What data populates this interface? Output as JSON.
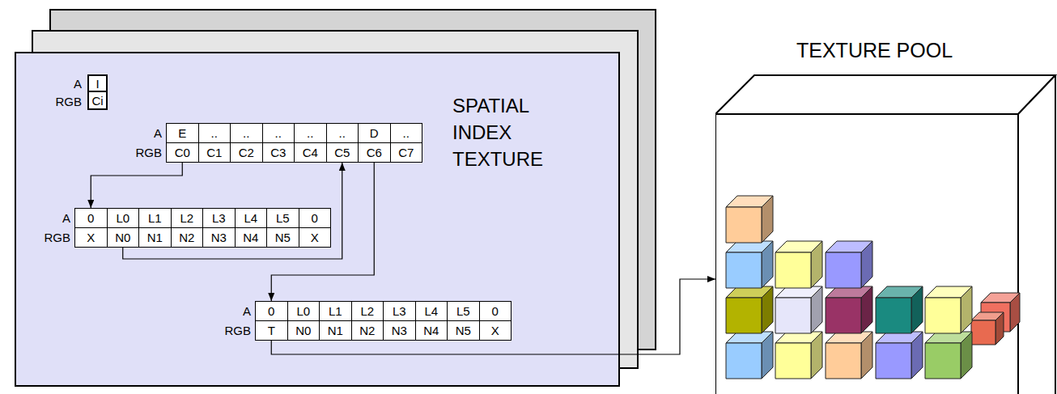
{
  "diagram": {
    "nodes": [
      {
        "text": [
          "SPATIAL INDEX TEXTURE"
        ]
      },
      {
        "text": [
          "I"
        ],
        "in": 0
      },
      {
        "text": [
          "Ci"
        ],
        "in": 0
      },
      {
        "text": [
          "E"
        ],
        "in": 0
      },
      {
        "text": [
          ".."
        ],
        "in": 0
      },
      {
        "text": [
          ".."
        ],
        "in": 0
      },
      {
        "text": [
          ".."
        ],
        "in": 0
      },
      {
        "text": [
          ".."
        ],
        "in": 0
      },
      {
        "text": [
          ".."
        ],
        "in": 0
      },
      {
        "text": [
          "D"
        ],
        "in": 0
      },
      {
        "text": [
          ".."
        ],
        "in": 0
      },
      {
        "text": [
          "C0"
        ],
        "in": 0
      },
      {
        "text": [
          "C1"
        ],
        "in": 0
      },
      {
        "text": [
          "C2"
        ],
        "in": 0
      },
      {
        "text": [
          "C3"
        ],
        "in": 0
      },
      {
        "text": [
          "C4"
        ],
        "in": 0
      },
      {
        "text": [
          "C5"
        ],
        "in": 0
      },
      {
        "text": [
          "C6"
        ],
        "in": 0
      },
      {
        "text": [
          "C7"
        ],
        "in": 0
      },
      {
        "text": [
          "0"
        ],
        "in": 0
      },
      {
        "text": [
          "L0"
        ],
        "in": 0
      },
      {
        "text": [
          "L1"
        ],
        "in": 0
      },
      {
        "text": [
          "L2"
        ],
        "in": 0
      },
      {
        "text": [
          "L3"
        ],
        "in": 0
      },
      {
        "text": [
          "L4"
        ],
        "in": 0
      },
      {
        "text": [
          "L5"
        ],
        "in": 0
      },
      {
        "text": [
          "0"
        ],
        "in": 0
      },
      {
        "text": [
          "X"
        ],
        "in": 0
      },
      {
        "text": [
          "N0"
        ],
        "in": 0
      },
      {
        "text": [
          "N1"
        ],
        "in": 0
      },
      {
        "text": [
          "N2"
        ],
        "in": 0
      },
      {
        "text": [
          "N3"
        ],
        "in": 0
      },
      {
        "text": [
          "N4"
        ],
        "in": 0
      },
      {
        "text": [
          "N5"
        ],
        "in": 0
      },
      {
        "text": [
          "X"
        ],
        "in": 0
      },
      {
        "text": [
          "0"
        ],
        "in": 0
      },
      {
        "text": [
          "L0"
        ],
        "in": 0
      },
      {
        "text": [
          "L1"
        ],
        "in": 0
      },
      {
        "text": [
          "L2"
        ],
        "in": 0
      },
      {
        "text": [
          "L3"
        ],
        "in": 0
      },
      {
        "text": [
          "L4"
        ],
        "in": 0
      },
      {
        "text": [
          "L5"
        ],
        "in": 0
      },
      {
        "text": [
          "0"
        ],
        "in": 0
      },
      {
        "text": [
          "T"
        ],
        "in": 0
      },
      {
        "text": [
          "N0"
        ],
        "in": 0
      },
      {
        "text": [
          "N1"
        ],
        "in": 0
      },
      {
        "text": [
          "N2"
        ],
        "in": 0
      },
      {
        "text": [
          "N3"
        ],
        "in": 0
      },
      {
        "text": [
          "N4"
        ],
        "in": 0
      },
      {
        "text": [
          "N5"
        ],
        "in": 0
      },
      {
        "text": [
          "X"
        ],
        "in": 0
      },
      {
        "text": [
          "TEXTURE POOL"
        ]
      }
    ],
    "edges": [
      {
        "from": 11,
        "to": 19,
        "arrow": "to"
      },
      {
        "from": 28,
        "to": 16,
        "arrow": "to"
      },
      {
        "from": 17,
        "to": 35,
        "arrow": "to"
      },
      {
        "from": 43,
        "to": 51,
        "arrow": "to"
      }
    ],
    "labels": [
      "A",
      "RGB",
      "A",
      "RGB",
      "A",
      "RGB",
      "A",
      "RGB"
    ]
  }
}
